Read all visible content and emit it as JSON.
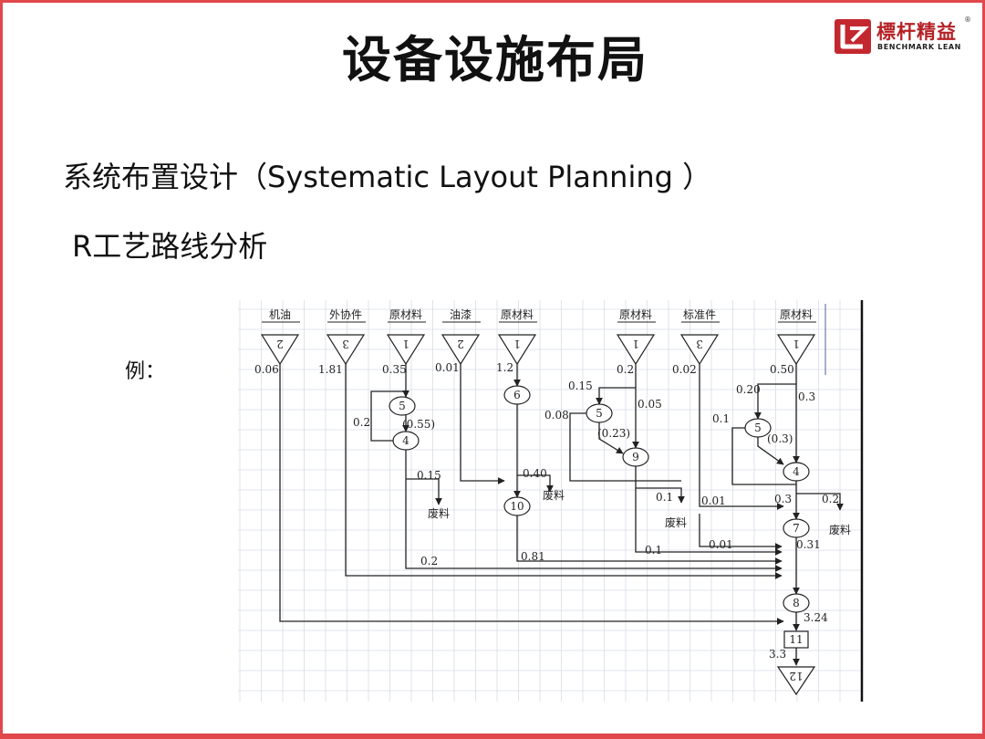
{
  "slide": {
    "title": "设备设施布局",
    "subtitle": "系统布置设计（Systematic Layout Planning ）",
    "section": "R工艺路线分析",
    "example_label": "例："
  },
  "logo": {
    "name_cn": "標杆精益",
    "name_en": "BENCHMARK LEAN",
    "registered": "®",
    "color": "#c3282e"
  },
  "colors": {
    "border": "#e0484c",
    "line": "#222222",
    "grid": "#d8dce8"
  },
  "diagram": {
    "materials": [
      "机油",
      "外协件",
      "原材料",
      "油漆",
      "原材料",
      "原材料",
      "标准件",
      "原材料"
    ],
    "source_numbers": [
      "2",
      "3",
      "1",
      "2",
      "1",
      "1",
      "3",
      "1"
    ],
    "source_flows": [
      "0.06",
      "1.81",
      "0.35",
      "0.01",
      "1.2",
      "0.2",
      "0.02",
      "0.50"
    ],
    "operations": [
      "5",
      "4",
      "6",
      "10",
      "5",
      "9",
      "5",
      "4",
      "7",
      "8",
      "11",
      "12"
    ],
    "flow_labels": [
      "0.2",
      "(0.55)",
      "0.15",
      "0.40",
      "0.15",
      "0.05",
      "0.08",
      "(0.23)",
      "0.20",
      "0.3",
      "0.1",
      "(0.3)",
      "0.1",
      "0.01",
      "0.3",
      "0.2",
      "0.31",
      "0.81",
      "0.1",
      "0.01",
      "0.2",
      "3.24",
      "3.3"
    ],
    "scrap_label": "废料"
  }
}
